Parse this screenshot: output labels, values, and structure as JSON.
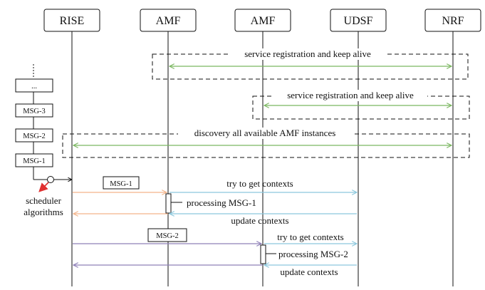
{
  "participants": [
    {
      "id": "rise",
      "label": "RISE"
    },
    {
      "id": "amf1",
      "label": "AMF"
    },
    {
      "id": "amf2",
      "label": "AMF"
    },
    {
      "id": "udsf",
      "label": "UDSF"
    },
    {
      "id": "nrf",
      "label": "NRF"
    }
  ],
  "queue": {
    "items": [
      "...",
      "MSG-3",
      "MSG-2",
      "MSG-1"
    ],
    "scheduler_label_line1": "scheduler",
    "scheduler_label_line2": "algorithms"
  },
  "frames": {
    "reg1_label": "service registration and keep alive",
    "reg2_label": "service registration and keep alive",
    "discovery_label": "discovery all available AMF instances"
  },
  "flows": {
    "msg1_box": "MSG-1",
    "msg2_box": "MSG-2",
    "try_contexts_1": "try to get contexts",
    "processing_1": "processing MSG-1",
    "update_contexts_1": "update contexts",
    "try_contexts_2": "try to get contexts",
    "processing_2": "processing MSG-2",
    "update_contexts_2": "update contexts"
  },
  "colors": {
    "green": "#7bb661",
    "orange": "#f3b48a",
    "cyan": "#8cc8dd",
    "purple": "#8f80b8",
    "red": "#e03030",
    "line": "#111111"
  }
}
